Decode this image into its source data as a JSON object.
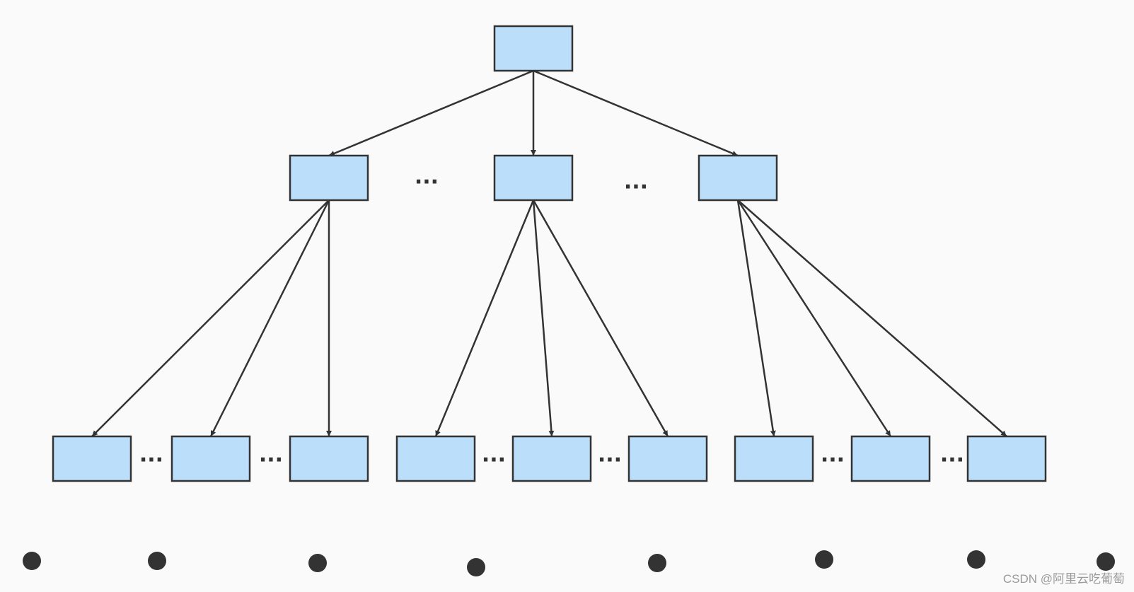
{
  "diagram": {
    "type": "tree",
    "colors": {
      "node_fill": "#bbdefb",
      "stroke": "#333333",
      "background": "#fafafa"
    },
    "root": {
      "id": "root",
      "label": ""
    },
    "level1": [
      {
        "id": "n1-left",
        "label": ""
      },
      {
        "id": "n1-middle",
        "label": ""
      },
      {
        "id": "n1-right",
        "label": ""
      }
    ],
    "level2": [
      {
        "id": "n2-1",
        "label": "",
        "parent": "n1-left"
      },
      {
        "id": "n2-2",
        "label": "",
        "parent": "n1-left"
      },
      {
        "id": "n2-3",
        "label": "",
        "parent": "n1-left"
      },
      {
        "id": "n2-4",
        "label": "",
        "parent": "n1-middle"
      },
      {
        "id": "n2-5",
        "label": "",
        "parent": "n1-middle"
      },
      {
        "id": "n2-6",
        "label": "",
        "parent": "n1-middle"
      },
      {
        "id": "n2-7",
        "label": "",
        "parent": "n1-right"
      },
      {
        "id": "n2-8",
        "label": "",
        "parent": "n1-right"
      },
      {
        "id": "n2-9",
        "label": "",
        "parent": "n1-right"
      }
    ],
    "ellipsis_text": "···",
    "bottom_dots_count": 8
  },
  "watermark": {
    "text": "CSDN @阿里云吃葡萄"
  }
}
